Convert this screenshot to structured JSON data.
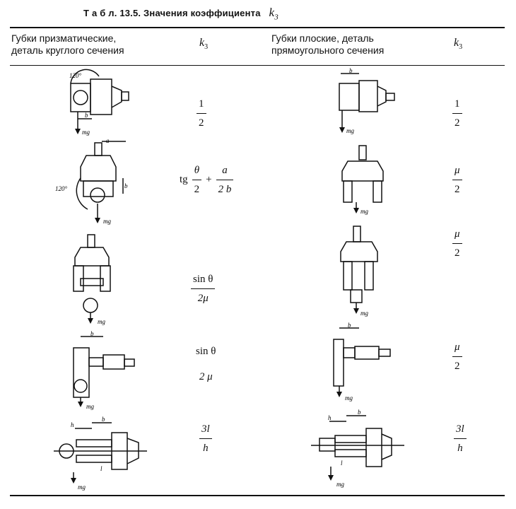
{
  "title": {
    "prefix": "Т а б л. 13.5.",
    "text": "Значения коэффициента",
    "k_symbol": "k",
    "k_sub": "3"
  },
  "headers": {
    "left": {
      "line1": "Губки призматические,",
      "line2": "деталь круглого сечения"
    },
    "left_k": {
      "symbol": "k",
      "sub": "3"
    },
    "right": {
      "line1": "Губки плоские, деталь",
      "line2": "прямоугольного сечения"
    },
    "right_k": {
      "symbol": "k",
      "sub": "3"
    }
  },
  "labels": {
    "angle": "120°",
    "b": "b",
    "a": "a",
    "h": "h",
    "l": "l",
    "mg": "mg"
  },
  "rows": [
    {
      "left": {
        "num": "1",
        "den": "2"
      },
      "right": {
        "num": "1",
        "den": "2"
      }
    },
    {
      "left": {
        "tg": "tg",
        "t1_num": "θ",
        "t1_den": "2",
        "plus": "+",
        "t2_num": "a",
        "t2_den": "2 b"
      },
      "right": {
        "num": "μ",
        "den": "2"
      }
    },
    {
      "left": {
        "num": "sin θ",
        "den": "2μ"
      },
      "right": {
        "num": "μ",
        "den": "2"
      }
    },
    {
      "left": {
        "num": "sin θ",
        "den": "2 μ"
      },
      "right": {
        "num": "μ",
        "den": "2"
      }
    },
    {
      "left": {
        "num": "3l",
        "den": "h"
      },
      "right": {
        "num": "3l",
        "den": "h"
      }
    }
  ]
}
